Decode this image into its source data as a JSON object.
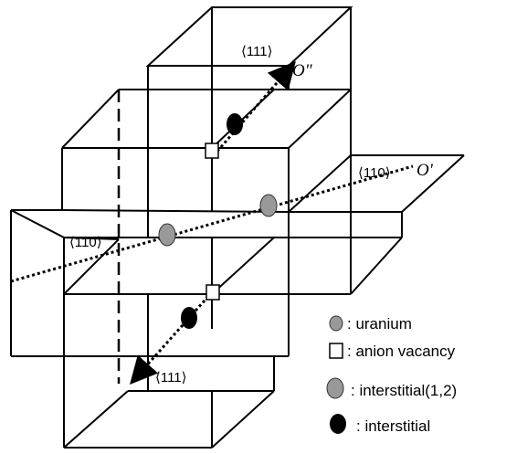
{
  "diagram": {
    "direction_labels": {
      "d111_top": "⟨111⟩",
      "d110_right": "⟨110⟩",
      "d110_left": "⟨110⟩",
      "d111_bottom": "⟨111⟩"
    },
    "origin_labels": {
      "o_double_prime": "O\"",
      "o_prime": "O'"
    }
  },
  "legend": {
    "uranium": ": uranium",
    "anion_vacancy": ": anion vacancy",
    "interstitial_12": ": interstitial(1,2)",
    "interstitial": ": interstitial"
  },
  "colors": {
    "line": "#000000",
    "uranium_fill": "#999999",
    "interstitial_fill": "#000000",
    "vacancy_fill": "#ffffff"
  }
}
